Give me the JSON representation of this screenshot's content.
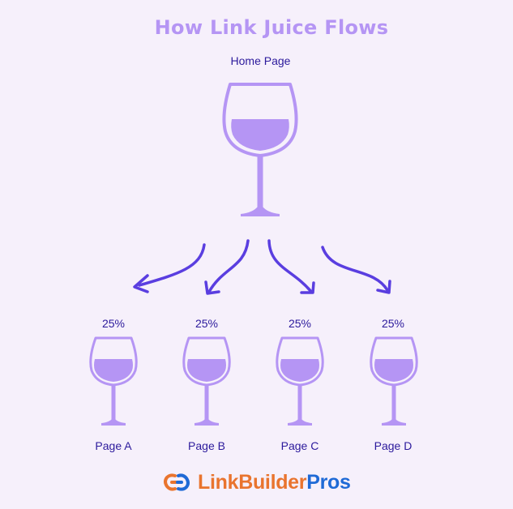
{
  "title": "How Link Juice Flows",
  "home": {
    "label": "Home Page"
  },
  "pages": [
    {
      "label": "Page A",
      "share": "25%"
    },
    {
      "label": "Page B",
      "share": "25%"
    },
    {
      "label": "Page C",
      "share": "25%"
    },
    {
      "label": "Page D",
      "share": "25%"
    }
  ],
  "brand": {
    "part1": "LinkBuilder",
    "part2": "Pros"
  },
  "colors": {
    "background": "#f6f0fb",
    "title": "#b595f4",
    "glass": "#b595f4",
    "text": "#2c1a9c",
    "arrow": "#5a3ee0",
    "brand_orange": "#e9742e",
    "brand_blue": "#1f6ad6"
  }
}
